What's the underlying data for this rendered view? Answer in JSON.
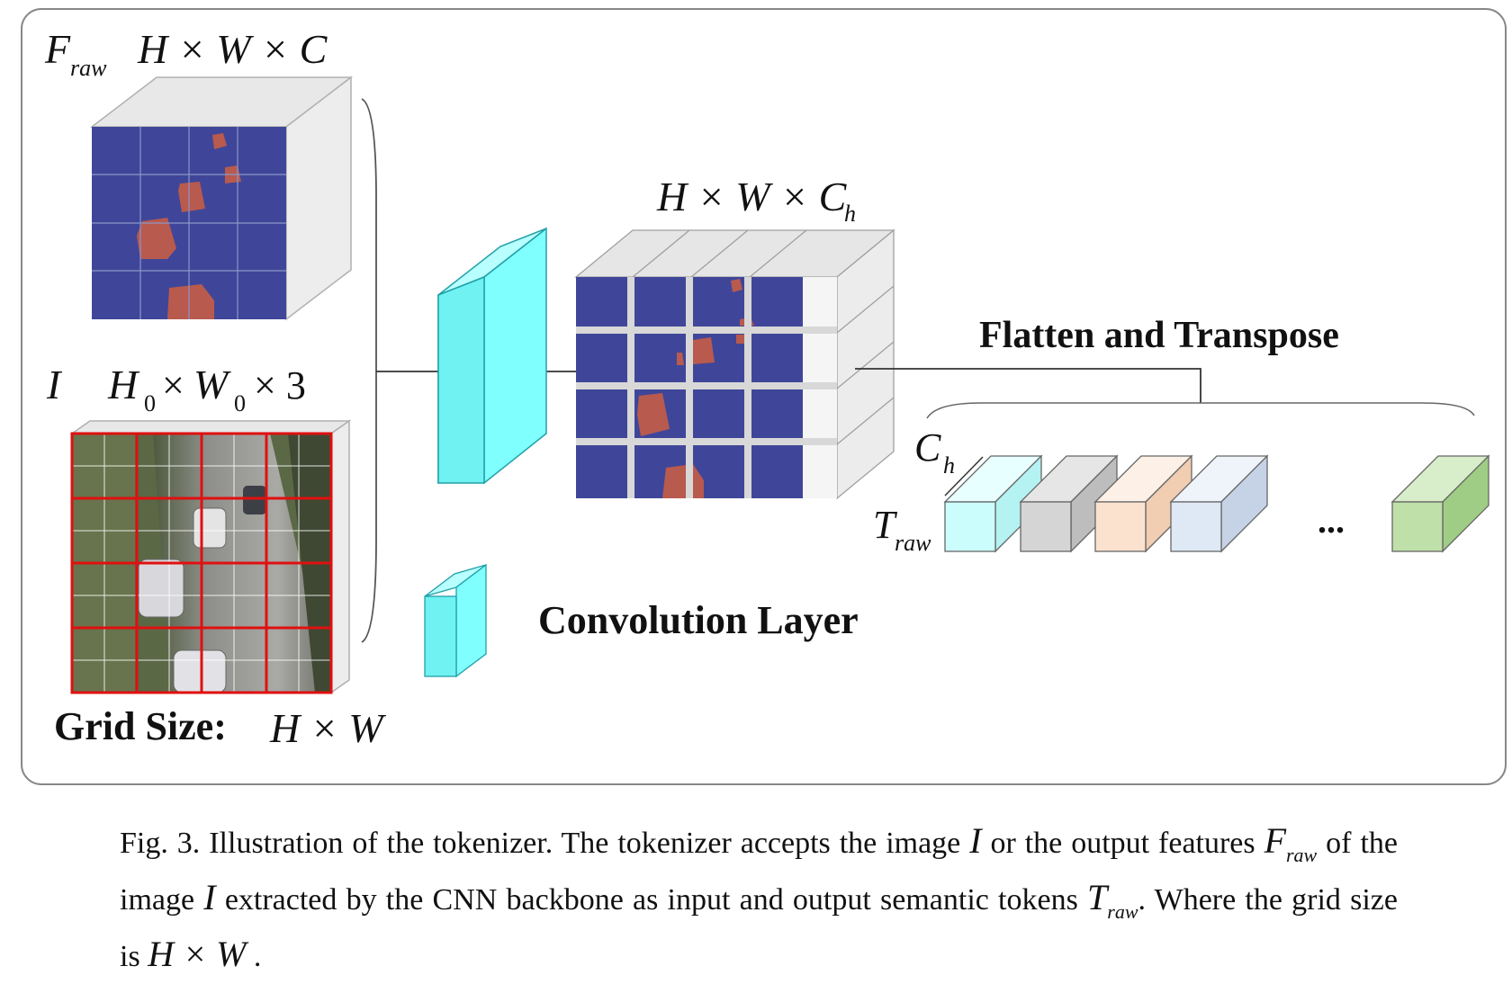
{
  "labels": {
    "fraw_symbol": "F",
    "fraw_sub": "raw",
    "fraw_dims": "H × W × C",
    "image_symbol": "I",
    "image_dims_h": "H",
    "image_dims_h_sub": "0",
    "image_dims_times1": "×",
    "image_dims_w": "W",
    "image_dims_w_sub": "0",
    "image_dims_rest": "× 3",
    "grid_size_label": "Grid Size:",
    "grid_size_value": "H × W",
    "feature_dims": "H × W × C",
    "feature_dims_sub": "h",
    "flatten_label": "Flatten and Transpose",
    "ch_symbol": "C",
    "ch_sub": "h",
    "traw_symbol": "T",
    "traw_sub": "raw",
    "ellipsis": "...",
    "conv_label": "Convolution Layer"
  },
  "caption": {
    "p1": "Fig. 3. Illustration of the tokenizer. The tokenizer accepts the image ",
    "sym_I": "I",
    "p2": " or the output features ",
    "sym_F": "F",
    "sub_F": "raw",
    "p3": " of the image ",
    "p4": " extracted by the CNN backbone as input and output semantic tokens ",
    "sym_T": "T",
    "sub_T": "raw",
    "p5": ". Where the grid size is ",
    "sym_HW": "H × W",
    "p6": " ."
  },
  "colors": {
    "feature_blue": "#3f4699",
    "feature_red": "#b85a4e",
    "conv_cyan": "#80ffff",
    "grid_red": "#e01010",
    "token_colors": [
      "#ccfdfd",
      "#d5d5d5",
      "#fbe2cf",
      "#dfe8f5",
      "#bfe0a8"
    ]
  }
}
